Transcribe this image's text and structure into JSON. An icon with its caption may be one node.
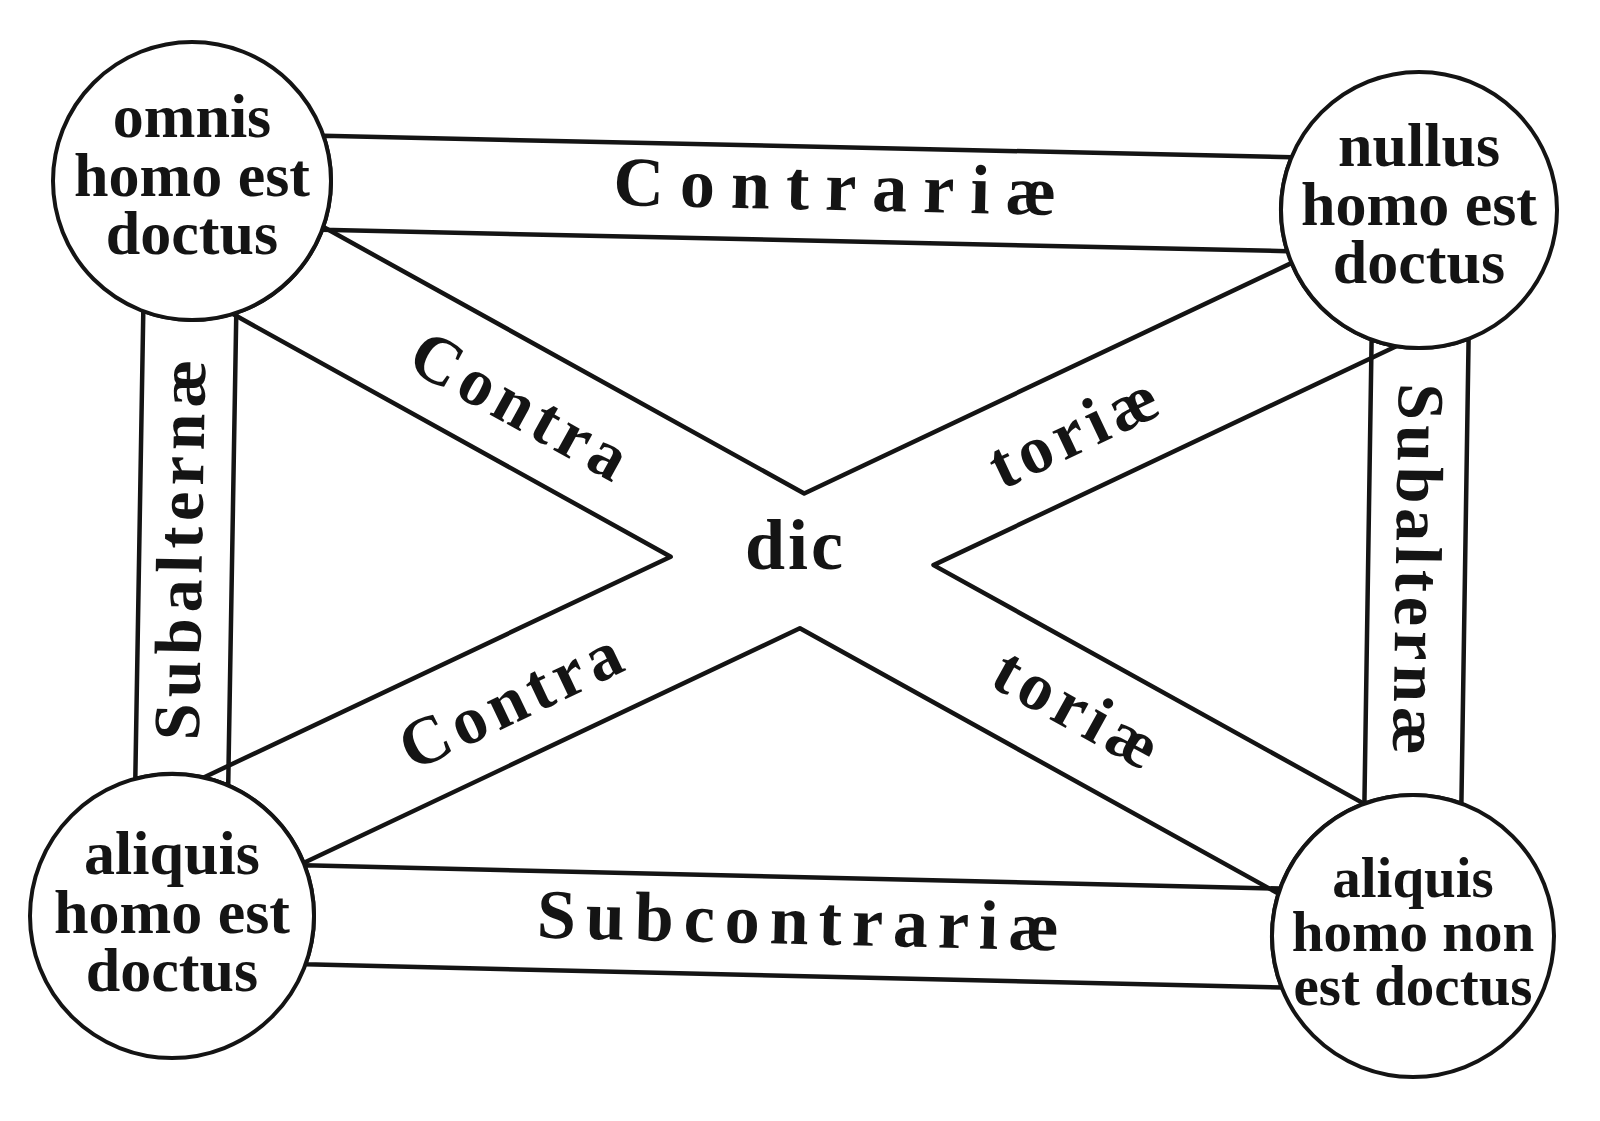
{
  "diagram": {
    "nodes": [
      {
        "text": [
          "omnis homo est doctus"
        ]
      },
      {
        "text": [
          "nullus homo est doctus"
        ]
      },
      {
        "text": [
          "aliquis homo est doctus"
        ]
      },
      {
        "text": [
          "aliquis homo non est doctus"
        ]
      }
    ],
    "edges": [
      {
        "from": 0,
        "to": 1,
        "arrow": "none",
        "label": "Contrariæ"
      },
      {
        "from": 0,
        "to": 2,
        "arrow": "none",
        "label": "Subalternæ"
      },
      {
        "from": 1,
        "to": 3,
        "arrow": "none",
        "label": "Subalternæ"
      },
      {
        "from": 0,
        "to": 3,
        "arrow": "none"
      },
      {
        "from": 1,
        "to": 2,
        "arrow": "none"
      },
      {
        "from": 2,
        "to": 3,
        "arrow": "none",
        "label": "Subcontrariæ"
      }
    ],
    "labels": [
      "Contra",
      "toriæ",
      "dic",
      "Contra",
      "toriæ"
    ]
  }
}
